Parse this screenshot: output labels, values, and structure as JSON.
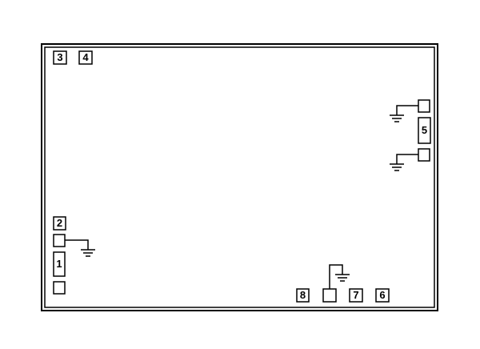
{
  "diagram": {
    "pin_labels": {
      "p1": "1",
      "p2": "2",
      "p3": "3",
      "p4": "4",
      "p5": "5",
      "p6": "6",
      "p7": "7",
      "p8": "8"
    },
    "colors": {
      "stroke": "#000000",
      "background": "#ffffff"
    }
  }
}
